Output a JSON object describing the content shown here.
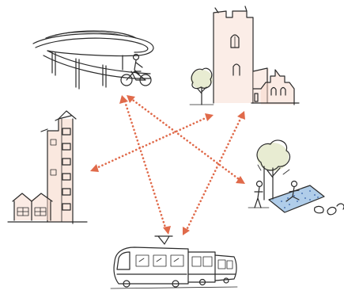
{
  "colors": {
    "connector": "#e06a4a",
    "ink": "#2a2a2a",
    "building_tint": "#f7d8c9",
    "tree_tint": "#e8ecd2",
    "water_tint": "#8fb8e0",
    "water_speck": "#2f5fa8"
  },
  "scenes": [
    "cycling-bridge-scene",
    "church-tower-scene",
    "apartment-tower-scene",
    "park-scene",
    "tram-scene"
  ]
}
